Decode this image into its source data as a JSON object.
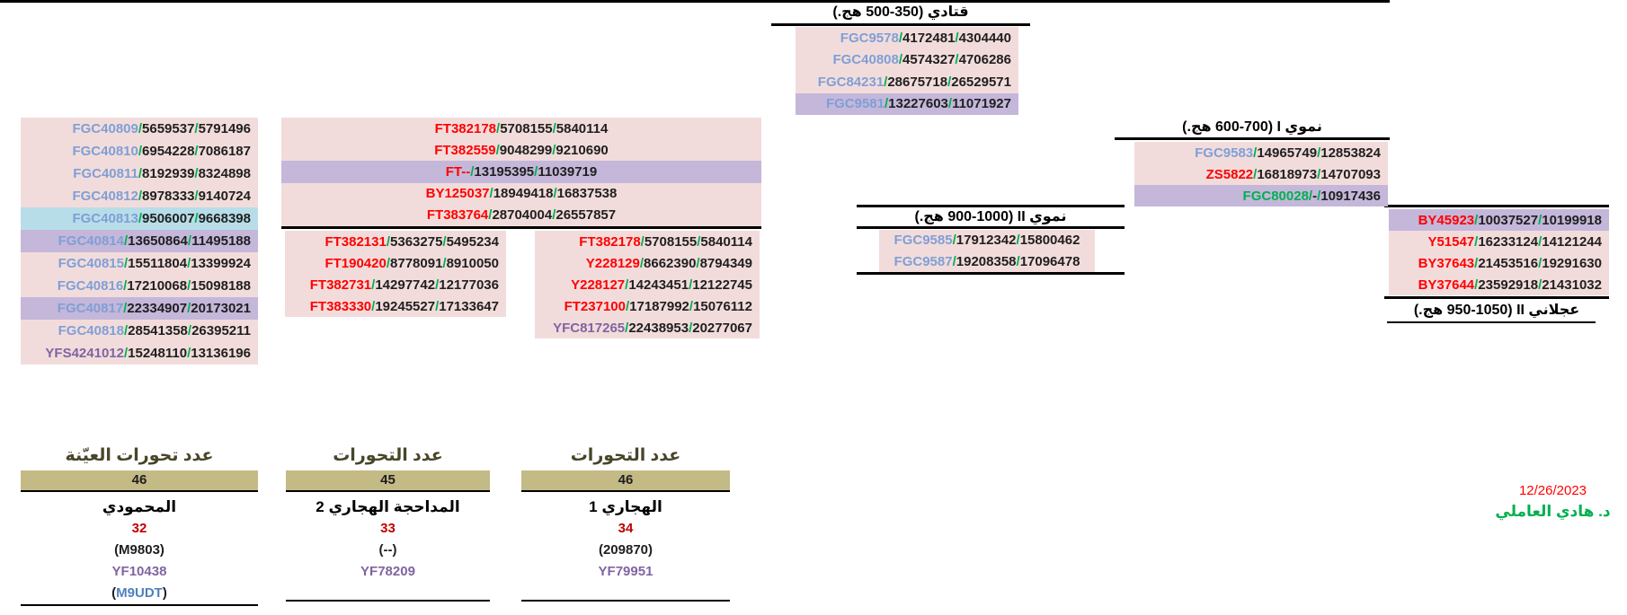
{
  "separator": "/",
  "footer": {
    "date": "12/26/2023",
    "author": "د. هادي العاملي"
  },
  "colors": {
    "row_pink": "#f2dcdb",
    "row_lavender": "#c4b7da",
    "row_cyan": "#b7dee8",
    "count_khaki": "#c3ba85",
    "snp_blue": "#7f9fd6",
    "snp_red": "#ff0000",
    "snp_purple": "#8064a2",
    "snp_green": "#00b050",
    "slash_green": "#00b050",
    "mutation_red": "#c00000",
    "alt_id_blue": "#4f81bd",
    "stat_header_olive": "#494529",
    "date_red": "#ff0000",
    "signature_green": "#00b050"
  },
  "blocks": {
    "qatadi": {
      "title": "قتادي (350-500 هج.)",
      "rows": [
        {
          "n": "FGC9578",
          "nc": "blue",
          "v1": "4172481",
          "v2": "4304440",
          "bg": "pink"
        },
        {
          "n": "FGC40808",
          "nc": "blue",
          "v1": "4574327",
          "v2": "4706286",
          "bg": "pink"
        },
        {
          "n": "FGC84231",
          "nc": "blue",
          "v1": "28675718",
          "v2": "26529571",
          "bg": "pink"
        },
        {
          "n": "FGC9581",
          "nc": "blue",
          "v1": "13227603",
          "v2": "11071927",
          "bg": "lav"
        }
      ]
    },
    "left_column": {
      "rows": [
        {
          "n": "FGC40809",
          "nc": "blue",
          "v1": "5659537",
          "v2": "5791496",
          "bg": "pink"
        },
        {
          "n": "FGC40810",
          "nc": "blue",
          "v1": "6954228",
          "v2": "7086187",
          "bg": "pink"
        },
        {
          "n": "FGC40811",
          "nc": "blue",
          "v1": "8192939",
          "v2": "8324898",
          "bg": "pink"
        },
        {
          "n": "FGC40812",
          "nc": "blue",
          "v1": "8978333",
          "v2": "9140724",
          "bg": "pink"
        },
        {
          "n": "FGC40813",
          "nc": "blue",
          "v1": "9506007",
          "v2": "9668398",
          "bg": "cyan"
        },
        {
          "n": "FGC40814",
          "nc": "blue",
          "v1": "13650864",
          "v2": "11495188",
          "bg": "lav"
        },
        {
          "n": "FGC40815",
          "nc": "blue",
          "v1": "15511804",
          "v2": "13399924",
          "bg": "pink"
        },
        {
          "n": "FGC40816",
          "nc": "blue",
          "v1": "17210068",
          "v2": "15098188",
          "bg": "pink"
        },
        {
          "n": "FGC40817",
          "nc": "blue",
          "v1": "22334907",
          "v2": "20173021",
          "bg": "lav"
        },
        {
          "n": "FGC40818",
          "nc": "blue",
          "v1": "28541358",
          "v2": "26395211",
          "bg": "pink"
        },
        {
          "n": "YFS4241012",
          "nc": "purple",
          "v1": "15248110",
          "v2": "13136196",
          "bg": "pink"
        }
      ]
    },
    "mid_upper": {
      "rows": [
        {
          "n": "FT382178",
          "nc": "red",
          "v1": "5708155",
          "v2": "5840114",
          "bg": "pink"
        },
        {
          "n": "FT382559",
          "nc": "red",
          "v1": "9048299",
          "v2": "9210690",
          "bg": "pink"
        },
        {
          "n": "FT--",
          "nc": "red",
          "v1": "13195395",
          "v2": "11039719",
          "bg": "lav"
        },
        {
          "n": "BY125037",
          "nc": "red",
          "v1": "18949418",
          "v2": "16837538",
          "bg": "pink"
        },
        {
          "n": "FT383764",
          "nc": "red",
          "v1": "28704004",
          "v2": "26557857",
          "bg": "pink"
        }
      ]
    },
    "mid_sub_left": {
      "rows": [
        {
          "n": "FT382131",
          "nc": "red",
          "v1": "5363275",
          "v2": "5495234",
          "bg": "pink"
        },
        {
          "n": "FT190420",
          "nc": "red",
          "v1": "8778091",
          "v2": "8910050",
          "bg": "pink"
        },
        {
          "n": "FT382731",
          "nc": "red",
          "v1": "14297742",
          "v2": "12177036",
          "bg": "pink"
        },
        {
          "n": "FT383330",
          "nc": "red",
          "v1": "19245527",
          "v2": "17133647",
          "bg": "pink"
        }
      ]
    },
    "mid_sub_right": {
      "rows": [
        {
          "n": "FT382178",
          "nc": "red",
          "v1": "5708155",
          "v2": "5840114",
          "bg": "pink"
        },
        {
          "n": "Y228129",
          "nc": "red",
          "v1": "8662390",
          "v2": "8794349",
          "bg": "pink"
        },
        {
          "n": "Y228127",
          "nc": "red",
          "v1": "14243451",
          "v2": "12122745",
          "bg": "pink"
        },
        {
          "n": "FT237100",
          "nc": "red",
          "v1": "17187992",
          "v2": "15076112",
          "bg": "pink"
        },
        {
          "n": "YFC817265",
          "nc": "purple",
          "v1": "22438953",
          "v2": "20277067",
          "bg": "pink"
        }
      ]
    },
    "namawi1": {
      "title": "نموي I (600-700 هج.)",
      "rows": [
        {
          "n": "FGC9583",
          "nc": "blue",
          "v1": "14965749",
          "v2": "12853824",
          "bg": "pink"
        },
        {
          "n": "ZS5822",
          "nc": "red",
          "v1": "16818973",
          "v2": "14707093",
          "bg": "pink"
        },
        {
          "n": "FGC80028",
          "nc": "green",
          "v1": "-",
          "v2": "10917436",
          "bg": "lav"
        }
      ]
    },
    "namawi2": {
      "title": "نموي II (900-1000 هج.)",
      "rows": [
        {
          "n": "FGC9585",
          "nc": "blue",
          "v1": "17912342",
          "v2": "15800462",
          "bg": "pink"
        },
        {
          "n": "FGC9587",
          "nc": "blue",
          "v1": "19208358",
          "v2": "17096478",
          "bg": "pink"
        }
      ]
    },
    "ajlani": {
      "title": "عجلاني II (950-1050 هج.)",
      "rows": [
        {
          "n": "BY45923",
          "nc": "red",
          "v1": "10037527",
          "v2": "10199918",
          "bg": "lav"
        },
        {
          "n": "Y51547",
          "nc": "red",
          "v1": "16233124",
          "v2": "14121244",
          "bg": "pink"
        },
        {
          "n": "BY37643",
          "nc": "red",
          "v1": "21453516",
          "v2": "19291630",
          "bg": "pink"
        },
        {
          "n": "BY37644",
          "nc": "red",
          "v1": "23592918",
          "v2": "21431032",
          "bg": "pink"
        }
      ]
    }
  },
  "stats": [
    {
      "header": "عدد تحورات العيّنة",
      "count": "46",
      "name": "المحمودي",
      "mutations": "32",
      "id": "(M9803)",
      "yf": "YF10438",
      "extra_open": "(",
      "extra_value": "M9UDT",
      "extra_close": ")"
    },
    {
      "header": "عدد التحورات",
      "count": "45",
      "name": "المداحجة الهجاري 2",
      "mutations": "33",
      "id": "(--)",
      "yf": "YF78209"
    },
    {
      "header": "عدد التحورات",
      "count": "46",
      "name": "الهجاري 1",
      "mutations": "34",
      "id": "(209870)",
      "yf": "YF79951"
    }
  ]
}
